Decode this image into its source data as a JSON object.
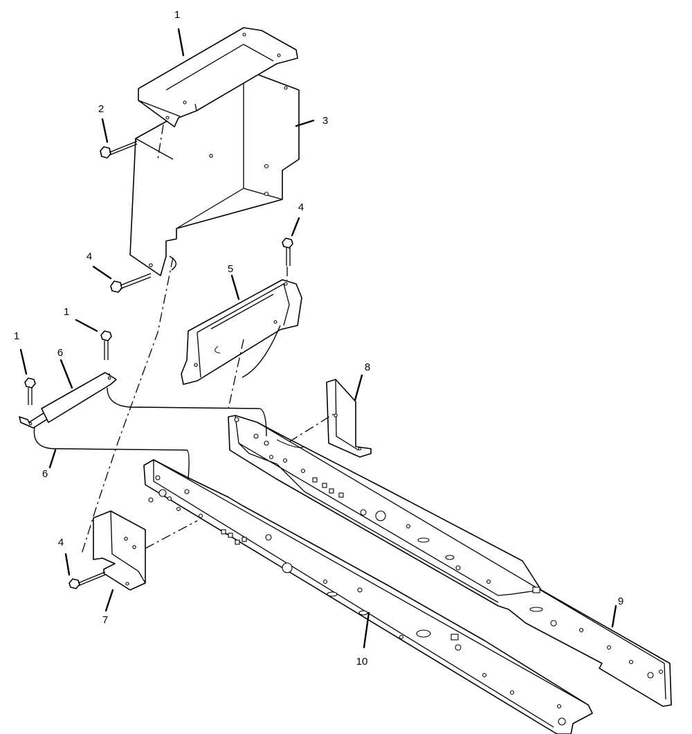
{
  "callouts": {
    "c1_top": "1",
    "c2": "2",
    "c3": "3",
    "c4_upper_left": "4",
    "c4_upper_right": "4",
    "c5": "5",
    "c1_mid": "1",
    "c1_left": "1",
    "c6_top": "6",
    "c6_bottom": "6",
    "c8": "8",
    "c4_lower": "4",
    "c7": "7",
    "c9": "9",
    "c10": "10"
  }
}
